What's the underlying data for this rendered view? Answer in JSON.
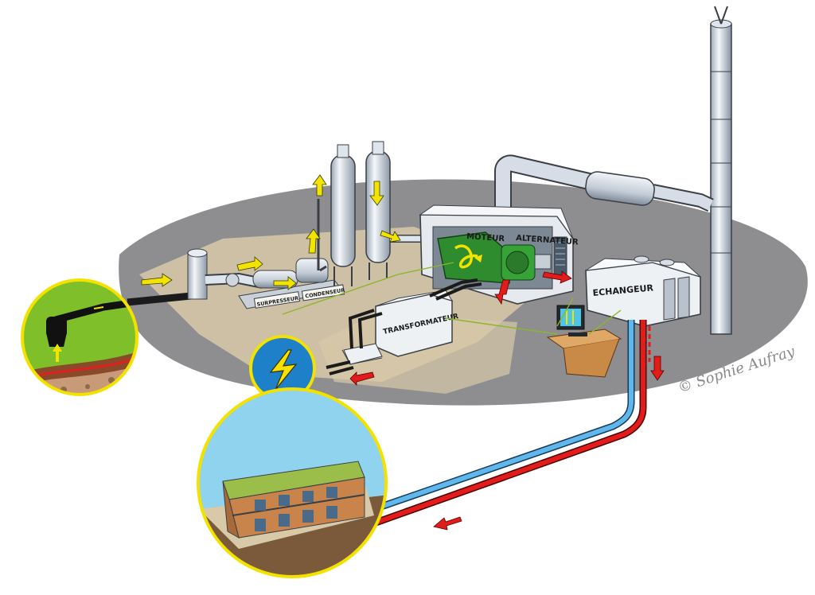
{
  "labels": {
    "surpresseur": "SURPRESSEUR",
    "condenseur": "CONDENSEUR",
    "moteur": "MOTEUR",
    "alternateur": "ALTERNATEUR",
    "transformateur": "TRANSFORMATEUR",
    "echangeur": "ECHANGEUR"
  },
  "credit": "© Sophie Aufray",
  "colors": {
    "ground": "#8e8e91",
    "pad": "#d8c9a8",
    "metal": "#d4dbe3",
    "gas_arrow": "#f2e300",
    "hot_pipe": "#e21b1b",
    "cold_pipe": "#5fb7ec",
    "engine_green": "#2e8b2e",
    "grass": "#7fbf2a",
    "sky": "#8fd3ef",
    "lightning_badge": "#1e80c8",
    "lightning_bolt": "#f6e100"
  },
  "icons": [
    "lightning-icon",
    "gas-well-icon",
    "building-icon",
    "control-screen-icon"
  ]
}
